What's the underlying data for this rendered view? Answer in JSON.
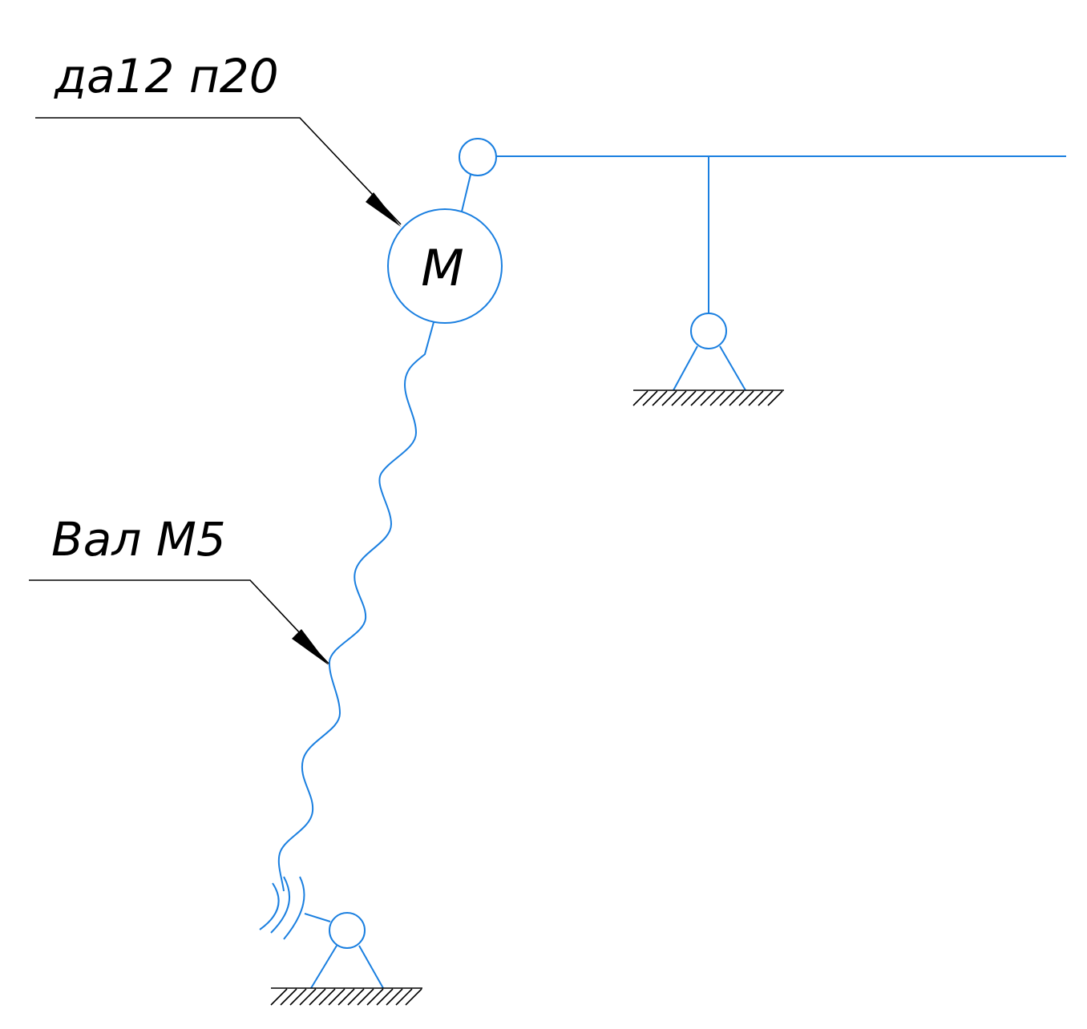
{
  "labels": {
    "motor_callout": "да12 п20",
    "motor_symbol": "М",
    "shaft_callout": "Вал М5"
  },
  "colors": {
    "diagram_lines": "#1a7fe0",
    "annotation_lines": "#000000",
    "background": "#ffffff"
  }
}
